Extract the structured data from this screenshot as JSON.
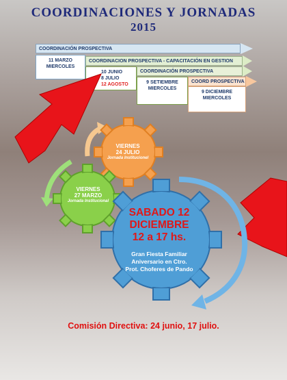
{
  "header": {
    "line1": "COORDINACIONES Y JORNADAS",
    "line2": "2015"
  },
  "timeline": {
    "bands": [
      "COORDINACIÓN PROSPECTIVA",
      "COORDINACION PROSPECTIVA - CAPACITACIÓN EN GESTION",
      "COORDINACIÓN PROSPECTIVA",
      "COORD PROSPECTIVA"
    ],
    "dates": [
      [
        "11 MARZO",
        "MIERCOLES"
      ],
      [
        "10 JUNIO",
        "8 JULIO",
        "12 AGOSTO"
      ],
      [
        "9 SETIEMBRE",
        "MIERCOLES"
      ],
      [
        "9 DICIEMBRE",
        "MIERCOLES"
      ]
    ]
  },
  "gears": {
    "orange": {
      "day": "VIERNES",
      "date": "24 JULIO",
      "event": "Jornada Institucionel"
    },
    "green": {
      "day": "VIERNES",
      "date": "27 MARZO",
      "event": "Jornada Institucional"
    },
    "blue": {
      "line1": "SABADO 12",
      "line2": "DICIEMBRE",
      "line3": "12 a 17 hs.",
      "desc1": "Gran Fiesta Familiar",
      "desc2": "Aniversario en Ctro.",
      "desc3": "Prot. Choferes de Pando"
    }
  },
  "footer": {
    "text": "Comisión Directiva: 24 junio, 17 julio."
  },
  "colors": {
    "title": "#1f2a7a",
    "accent_red": "#e01010",
    "gear_orange": "#f5a04e",
    "gear_green": "#8ad04a",
    "gear_blue": "#4f9ed6"
  }
}
